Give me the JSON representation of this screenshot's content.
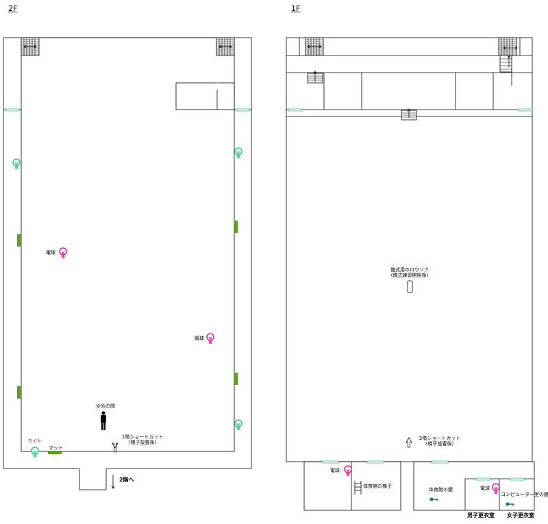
{
  "floors": {
    "second": "2F",
    "first": "1F"
  },
  "labels_2f": {
    "bulb_left": "電球",
    "bulb_right": "電球",
    "person": "ゆめの間",
    "shortcut_line1": "1階ショートカット",
    "shortcut_line2": "(梯子設置後)",
    "light": "ライト",
    "mat": "マット",
    "to_1f": "2階へ"
  },
  "labels_1f": {
    "warp_line1": "儀式用のロウソク",
    "warp_line2": "(儀式練習開始後)",
    "shortcut_line1": "2階ショートカット",
    "shortcut_line2": "(梯子設置後)",
    "bulb_storage": "電球",
    "ladder": "体育館の梯子",
    "gym_key": "体育館の鍵",
    "bulb_girls": "電球",
    "pc_key": "コンピューター室の鍵",
    "boys_room": "男子更衣室",
    "girls_room": "女子更衣室"
  },
  "colors": {
    "bulb_green": "#2ecc71",
    "bulb_pink": "#e8189a",
    "mat_green": "#5aa01e",
    "key_blue": "#2f6f90"
  }
}
